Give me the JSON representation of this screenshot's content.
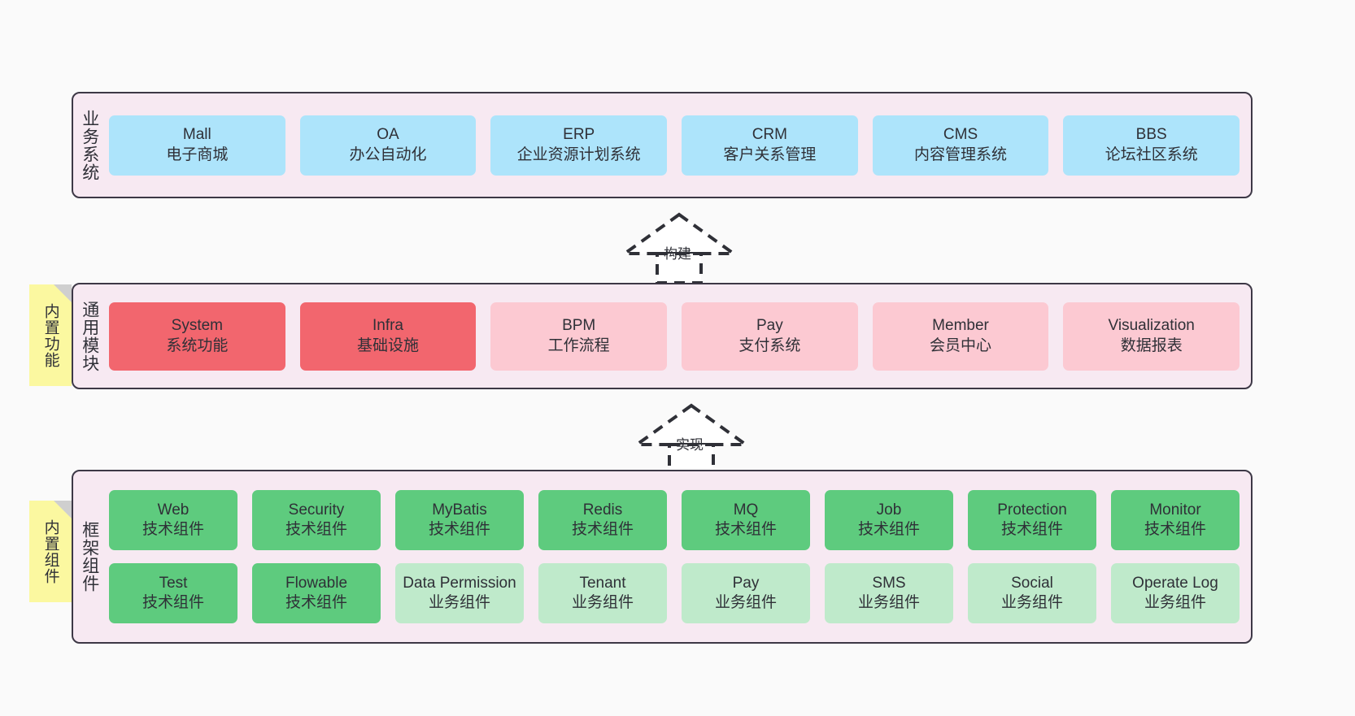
{
  "diagram": {
    "background_color": "#fafafa",
    "layer_bg_color": "#f7e9f2",
    "layer_border_color": "#3d3846",
    "note_color": "#fbf8a0"
  },
  "layers": [
    {
      "id": "business-system",
      "title": "业务系统",
      "node_color": "#ade4fb",
      "rows": [
        {
          "nodes": [
            {
              "title": "Mall",
              "sub": "电子商城"
            },
            {
              "title": "OA",
              "sub": "办公自动化"
            },
            {
              "title": "ERP",
              "sub": "企业资源计划系统"
            },
            {
              "title": "CRM",
              "sub": "客户关系管理"
            },
            {
              "title": "CMS",
              "sub": "内容管理系统"
            },
            {
              "title": "BBS",
              "sub": "论坛社区系统"
            }
          ]
        }
      ]
    },
    {
      "id": "common-module",
      "title": "通用模块",
      "note": "内置功能",
      "node_color_primary": "#f2666e",
      "node_color_secondary": "#fcc9d2",
      "rows": [
        {
          "nodes": [
            {
              "title": "System",
              "sub": "系统功能",
              "variant": "primary"
            },
            {
              "title": "Infra",
              "sub": "基础设施",
              "variant": "primary"
            },
            {
              "title": "BPM",
              "sub": "工作流程",
              "variant": "secondary"
            },
            {
              "title": "Pay",
              "sub": "支付系统",
              "variant": "secondary"
            },
            {
              "title": "Member",
              "sub": "会员中心",
              "variant": "secondary"
            },
            {
              "title": "Visualization",
              "sub": "数据报表",
              "variant": "secondary"
            }
          ]
        }
      ]
    },
    {
      "id": "framework-component",
      "title": "框架组件",
      "note": "内置组件",
      "node_color_tech": "#5ecb7e",
      "node_color_biz": "#bfeacb",
      "rows": [
        {
          "nodes": [
            {
              "title": "Web",
              "sub": "技术组件",
              "variant": "tech"
            },
            {
              "title": "Security",
              "sub": "技术组件",
              "variant": "tech"
            },
            {
              "title": "MyBatis",
              "sub": "技术组件",
              "variant": "tech"
            },
            {
              "title": "Redis",
              "sub": "技术组件",
              "variant": "tech"
            },
            {
              "title": "MQ",
              "sub": "技术组件",
              "variant": "tech"
            },
            {
              "title": "Job",
              "sub": "技术组件",
              "variant": "tech"
            },
            {
              "title": "Protection",
              "sub": "技术组件",
              "variant": "tech"
            },
            {
              "title": "Monitor",
              "sub": "技术组件",
              "variant": "tech"
            }
          ]
        },
        {
          "nodes": [
            {
              "title": "Test",
              "sub": "技术组件",
              "variant": "tech"
            },
            {
              "title": "Flowable",
              "sub": "技术组件",
              "variant": "tech"
            },
            {
              "title": "Data Permission",
              "sub": "业务组件",
              "variant": "biz"
            },
            {
              "title": "Tenant",
              "sub": "业务组件",
              "variant": "biz"
            },
            {
              "title": "Pay",
              "sub": "业务组件",
              "variant": "biz"
            },
            {
              "title": "SMS",
              "sub": "业务组件",
              "variant": "biz"
            },
            {
              "title": "Social",
              "sub": "业务组件",
              "variant": "biz"
            },
            {
              "title": "Operate Log",
              "sub": "业务组件",
              "variant": "biz"
            }
          ]
        }
      ]
    }
  ],
  "connectors": [
    {
      "id": "build",
      "label": "构建",
      "from": "common-module",
      "to": "business-system"
    },
    {
      "id": "implement",
      "label": "实现",
      "from": "framework-component",
      "to": "common-module"
    }
  ]
}
